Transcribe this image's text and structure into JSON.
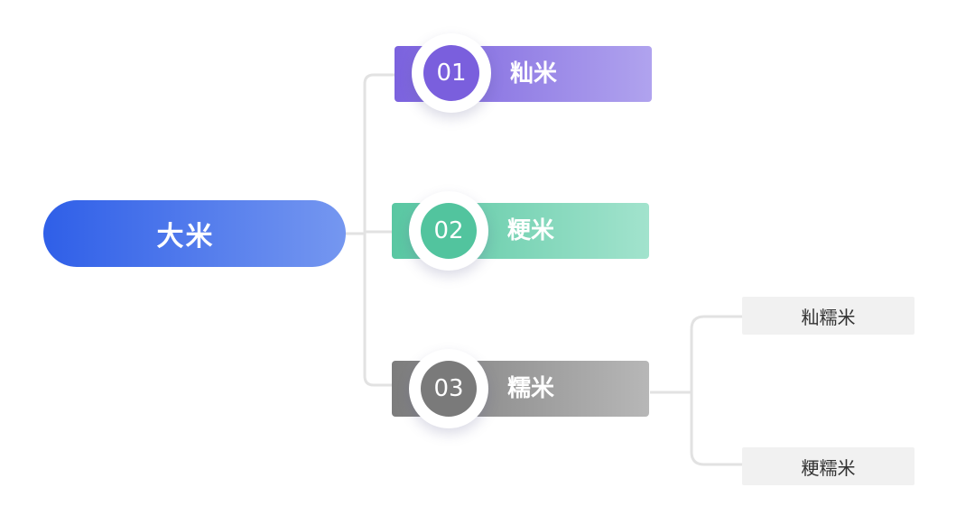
{
  "root": {
    "label": "大米"
  },
  "branches": [
    {
      "number": "01",
      "label": "籼米",
      "color": "#7b62de"
    },
    {
      "number": "02",
      "label": "粳米",
      "color": "#59c7a2"
    },
    {
      "number": "03",
      "label": "糯米",
      "color": "#7c7c7c"
    }
  ],
  "leaves": [
    {
      "label": "籼糯米"
    },
    {
      "label": "粳糯米"
    }
  ],
  "colors": {
    "root_start": "#2f5fe8",
    "root_end": "#7597f0",
    "connector": "#e2e2e2",
    "leaf_background": "#f1f1f1"
  }
}
